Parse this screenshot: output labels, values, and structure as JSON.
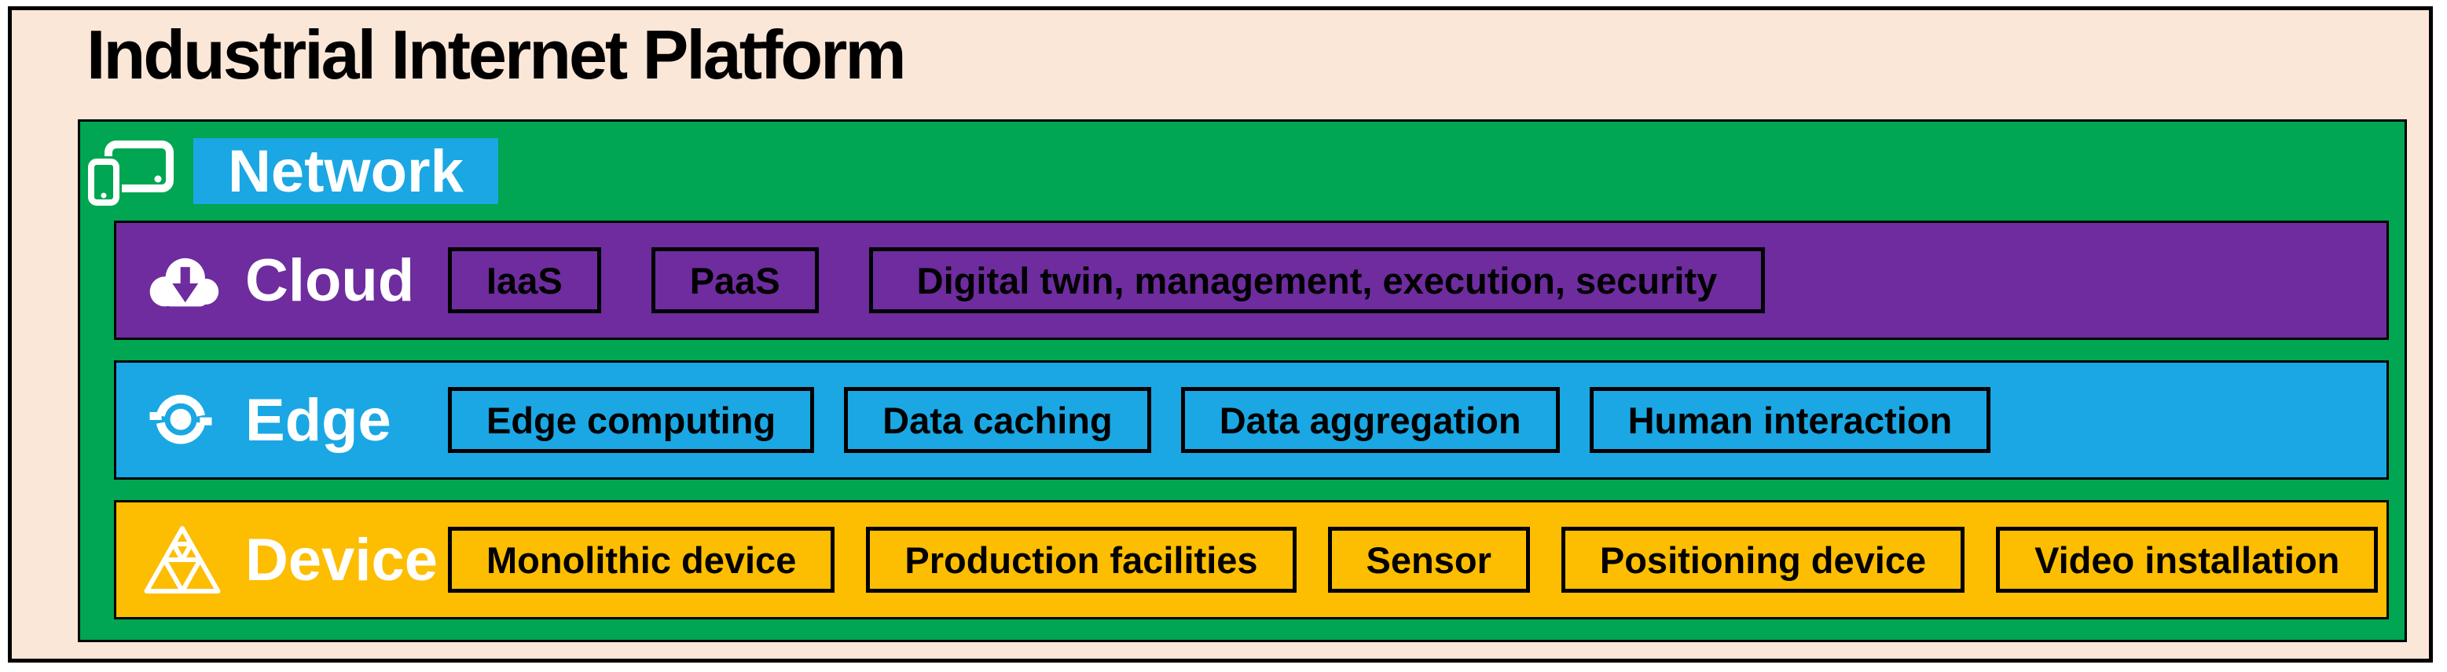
{
  "title": "Industrial Internet Platform",
  "colors": {
    "canvas_background": "#FBE7D8",
    "outer_border": "#000000",
    "network_green": "#00A651",
    "network_label_blue": "#1AA7E4",
    "cloud_purple": "#6E2C9F",
    "edge_blue": "#1AA7E4",
    "device_yellow": "#FDBD00",
    "box_border": "#000000",
    "box_text": "#000000",
    "layer_label_text": "#FFFFFF",
    "title_text": "#000000"
  },
  "network": {
    "label": "Network",
    "icon": "devices-icon"
  },
  "rows": [
    {
      "id": "cloud",
      "label": "Cloud",
      "icon": "cloud-download-icon",
      "color": "#6E2C9F",
      "boxes": [
        "IaaS",
        "PaaS",
        "Digital twin, management, execution, security"
      ]
    },
    {
      "id": "edge",
      "label": "Edge",
      "icon": "sync-icon",
      "color": "#1AA7E4",
      "boxes": [
        "Edge computing",
        "Data caching",
        "Data aggregation",
        "Human interaction"
      ]
    },
    {
      "id": "device",
      "label": "Device",
      "icon": "triangle-fractal-icon",
      "color": "#FDBD00",
      "boxes": [
        "Monolithic device",
        "Production facilities",
        "Sensor",
        "Positioning device",
        "Video installation"
      ]
    }
  ]
}
